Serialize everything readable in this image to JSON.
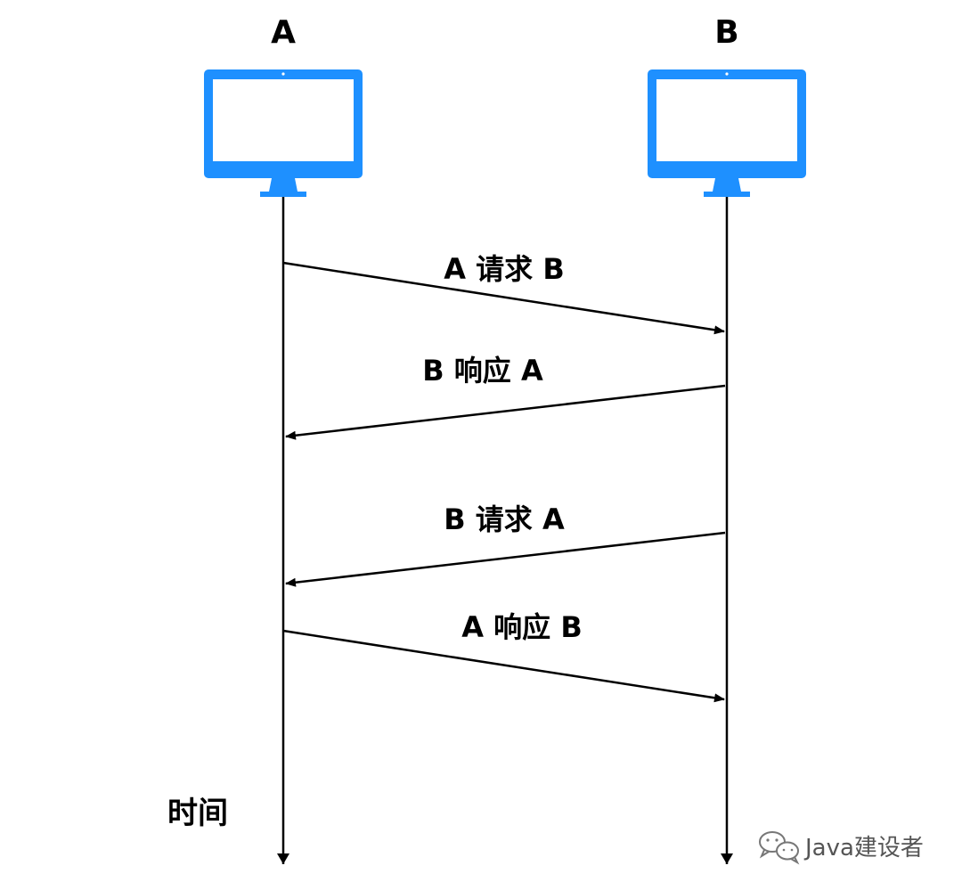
{
  "colors": {
    "monitor": "#1E90FF",
    "line": "#000000",
    "watermark": "#555555"
  },
  "nodes": {
    "a_label": "A",
    "b_label": "B"
  },
  "messages": [
    {
      "label": "A 请求 B",
      "from": "A",
      "to": "B"
    },
    {
      "label": "B 响应 A",
      "from": "B",
      "to": "A"
    },
    {
      "label": "B 请求 A",
      "from": "B",
      "to": "A"
    },
    {
      "label": "A 响应 B",
      "from": "A",
      "to": "B"
    }
  ],
  "time_label": "时间",
  "watermark": {
    "icon": "wechat-icon",
    "text": "Java建设者"
  }
}
